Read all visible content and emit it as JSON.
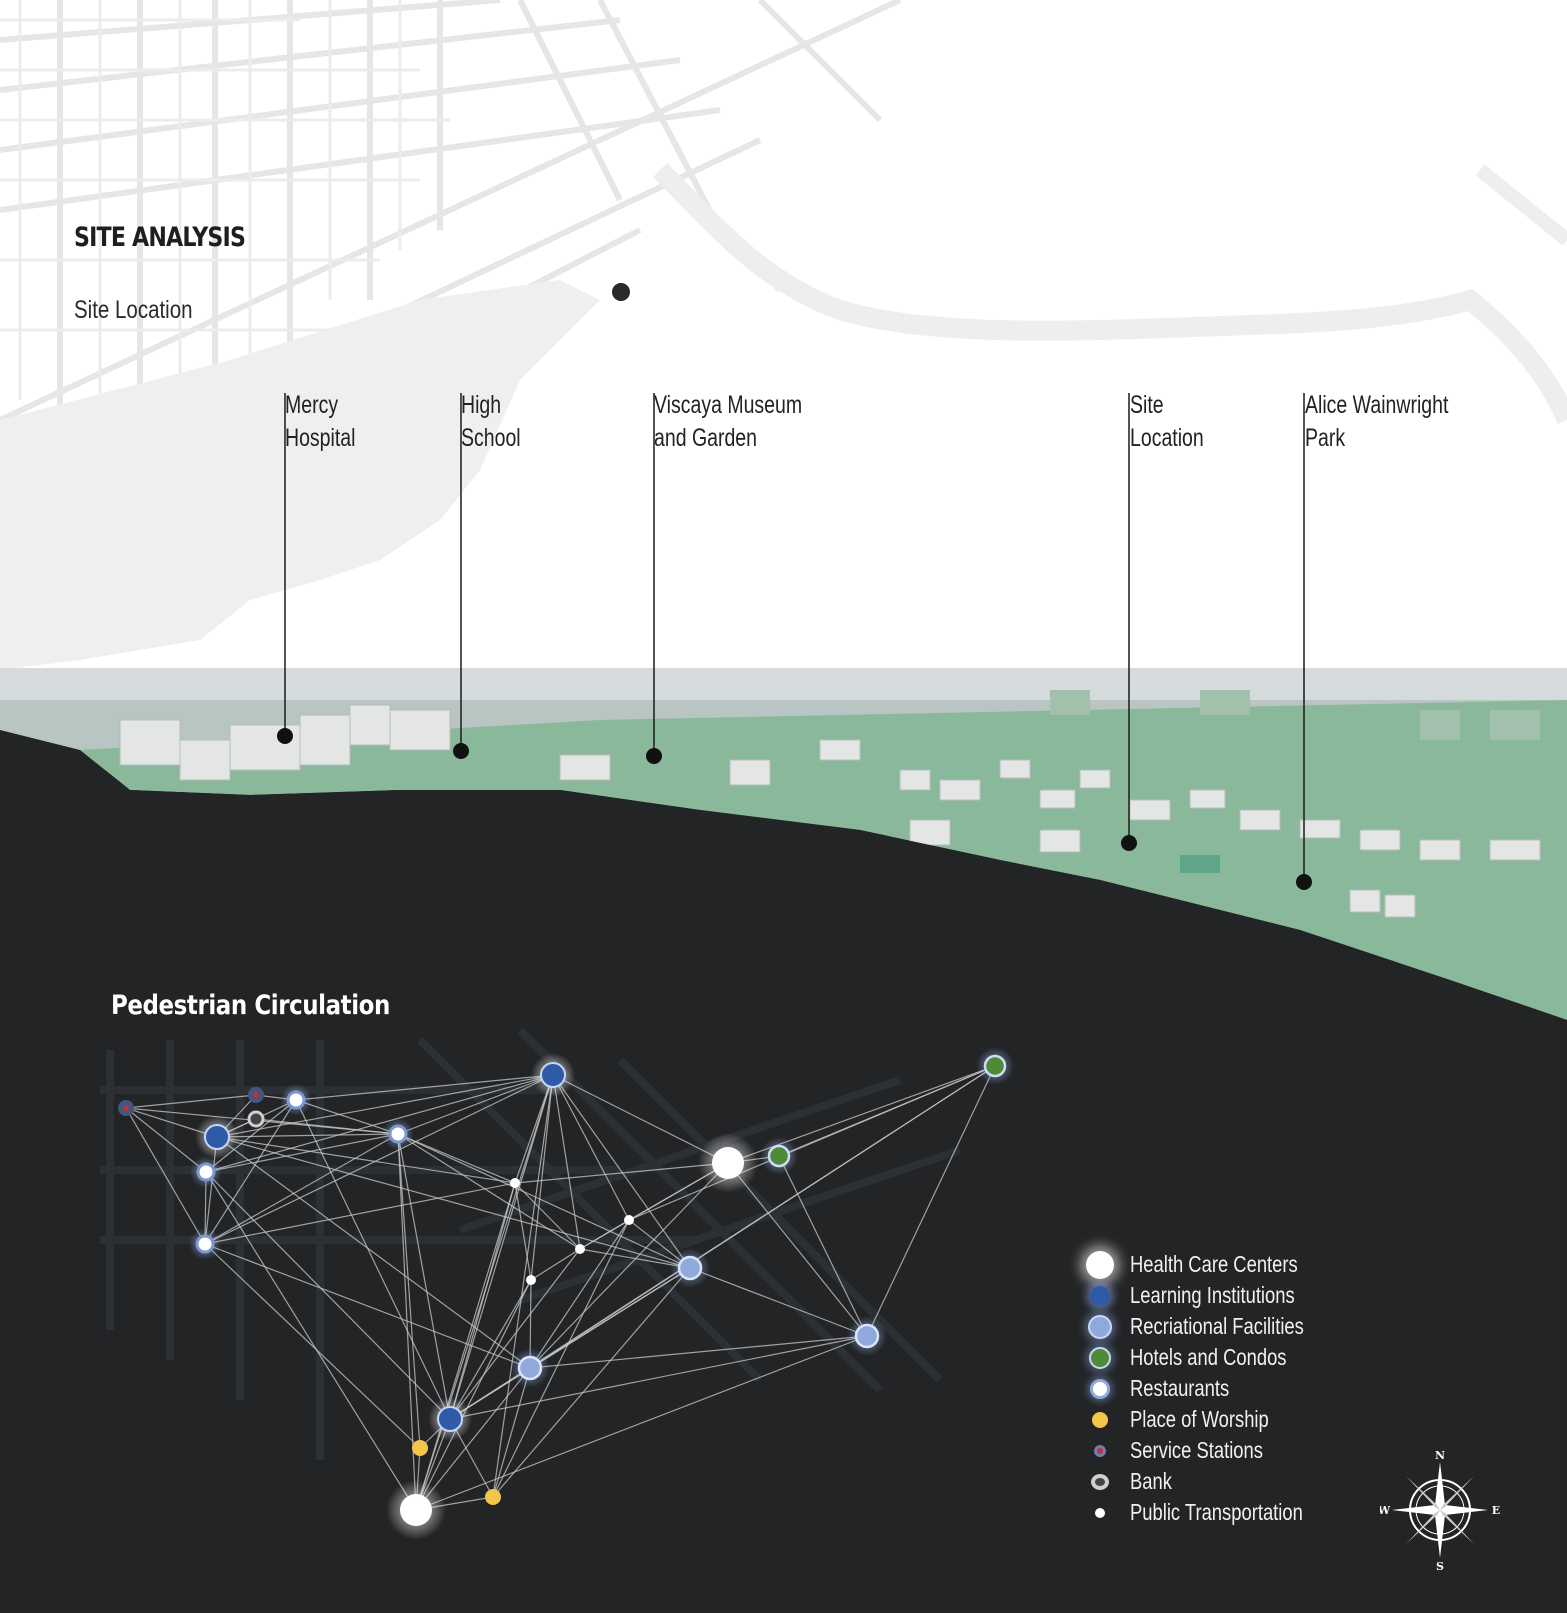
{
  "header": {
    "title": "SITE ANALYSIS",
    "subtitle": "Site Location"
  },
  "site_labels": [
    {
      "id": "mercy-hospital",
      "lines": [
        "Mercy",
        "Hospital"
      ]
    },
    {
      "id": "high-school",
      "lines": [
        "High",
        "School"
      ]
    },
    {
      "id": "viscaya",
      "lines": [
        "Viscaya Museum",
        "and Garden"
      ]
    },
    {
      "id": "site-location",
      "lines": [
        "Site",
        "Location"
      ]
    },
    {
      "id": "alice-wainwright",
      "lines": [
        "Alice Wainwright",
        "Park"
      ]
    }
  ],
  "pedestrian": {
    "title": "Pedestrian Circulation"
  },
  "legend": [
    {
      "key": "health",
      "label": "Health Care Centers",
      "icon": "large-white-glow-dot"
    },
    {
      "key": "learning",
      "label": "Learning Institutions",
      "icon": "dark-blue-dot"
    },
    {
      "key": "recreation",
      "label": "Recriational Facilities",
      "icon": "light-blue-dot"
    },
    {
      "key": "hotels",
      "label": "Hotels and Condos",
      "icon": "green-dot"
    },
    {
      "key": "restaurants",
      "label": "Restaurants",
      "icon": "white-ring-dot"
    },
    {
      "key": "worship",
      "label": "Place of Worship",
      "icon": "yellow-dot"
    },
    {
      "key": "service",
      "label": "Service Stations",
      "icon": "red-center-dot"
    },
    {
      "key": "bank",
      "label": "Bank",
      "icon": "grey-ring-dot"
    },
    {
      "key": "transport",
      "label": "Public Transportation",
      "icon": "small-white-dot"
    }
  ],
  "colors": {
    "health": "#ffffff",
    "learning": "#2f5aa8",
    "recreation": "#8fa9dc",
    "hotels": "#4f8a36",
    "restaurants": "#ffffff",
    "worship": "#f2c64a",
    "service": "#c0313a",
    "bank": "#cfcfcf",
    "transport": "#ffffff",
    "ground": "#8ab89a",
    "dark": "#222426"
  },
  "compass": {
    "n": "N",
    "s": "S",
    "e": "E",
    "w": "W"
  }
}
